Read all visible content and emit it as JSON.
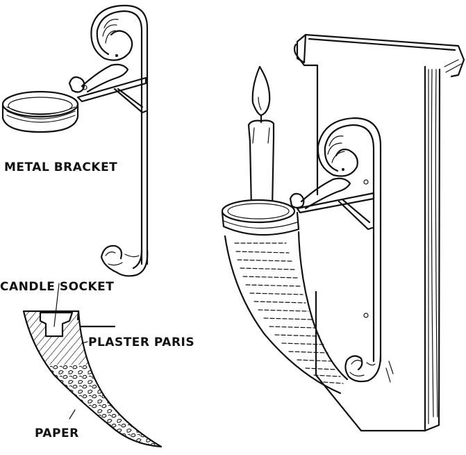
{
  "figure": {
    "title": "Horn candle sconce with metal bracket",
    "labels": {
      "metal_bracket": "METAL BRACKET",
      "candle_socket": "CANDLE SOCKET",
      "plaster_paris": "PLASTER PARIS",
      "paper": "PAPER"
    },
    "colors": {
      "ink": "#111111",
      "background": "#ffffff"
    }
  }
}
